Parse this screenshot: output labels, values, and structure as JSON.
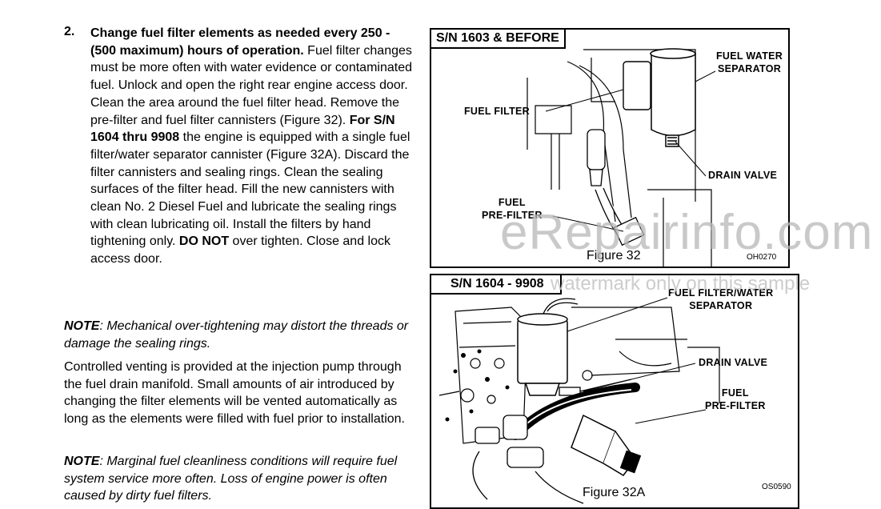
{
  "step": {
    "number": "2.",
    "bold_lead": "Change fuel filter elements as needed every 250 -  (500 maximum) hours of operation.",
    "text1": "  Fuel filter changes must be more often with water evidence or contaminated fuel.  Unlock and open the right rear engine access door.  Clean the area around the fuel filter head.  Remove the pre-filter and fuel filter cannisters (Figure 32).  ",
    "bold_sn": "For S/N 1604 thru 9908",
    "text2": " the engine is equipped with a single fuel filter/water separator cannister (Figure 32A).  Discard the filter cannisters and sealing rings.  Clean the sealing surfaces of the filter head.  Fill the new cannisters with clean No. 2 Diesel Fuel and lubricate the sealing rings with clean lubricating oil.  Install the filters by hand tightening only.  ",
    "bold_donot": "DO NOT",
    "text3": " over tighten.  Close and lock access door."
  },
  "note1": {
    "label": "NOTE",
    "text": ":  Mechanical over-tightening may distort the threads or damage the sealing rings."
  },
  "paragraph": "Controlled venting is provided at the injection pump through the fuel drain manifold.  Small amounts of air introduced by changing the filter elements will be vented automatically as long as the elements were filled with fuel prior to installation.",
  "note2": {
    "label": "NOTE",
    "text": ":  Marginal fuel cleanliness conditions will require fuel system service more often.  Loss of engine power is often caused by dirty fuel filters."
  },
  "figure1": {
    "tab": "S/N 1603 & BEFORE",
    "labels": {
      "water_sep_1": "FUEL WATER",
      "water_sep_2": "SEPARATOR",
      "fuel_filter": "FUEL FILTER",
      "drain_valve": "DRAIN VALVE",
      "prefilter_1": "FUEL",
      "prefilter_2": "PRE-FILTER"
    },
    "caption": "Figure 32",
    "code": "OH0270"
  },
  "figure2": {
    "tab": "S/N 1604 - 9908",
    "labels": {
      "filter_sep_1": "FUEL FILTER/WATER",
      "filter_sep_2": "SEPARATOR",
      "drain_valve": "DRAIN VALVE",
      "prefilter_1": "FUEL",
      "prefilter_2": "PRE-FILTER"
    },
    "caption": "Figure 32A",
    "code": "OS0590"
  },
  "watermark": {
    "main": "eRepairinfo.com",
    "sub": "watermark only on this sample"
  }
}
